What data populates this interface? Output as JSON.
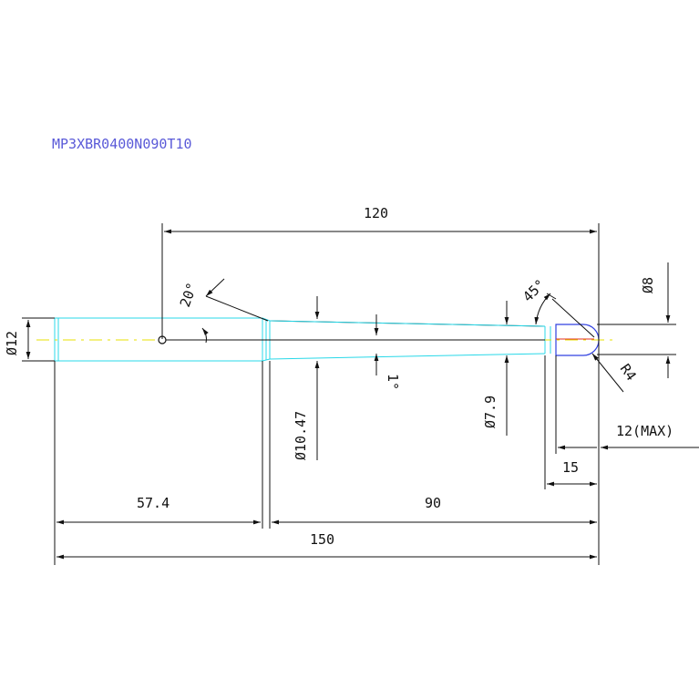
{
  "drawing": {
    "title": "MP3XBR0400N090T10",
    "dims": {
      "overall_top": "120",
      "diameter_shank": "Ø12",
      "angle_shoulder": "20°",
      "angle_tip": "45°",
      "diameter_tip": "Ø8",
      "radius_tip": "R4",
      "taper_angle": "1°",
      "diameter_neck_start": "Ø10.47",
      "diameter_neck_end": "Ø7.9",
      "flute_length": "12(MAX)",
      "tip_length": "15",
      "shank_length": "57.4",
      "neck_length": "90",
      "total_length": "150"
    },
    "colors": {
      "title": "#5a5ad8",
      "outline_cyan": "#28d8e8",
      "centerline": "#e8e000",
      "tip_blue": "#3040e0",
      "tip_red": "#e03020"
    }
  }
}
